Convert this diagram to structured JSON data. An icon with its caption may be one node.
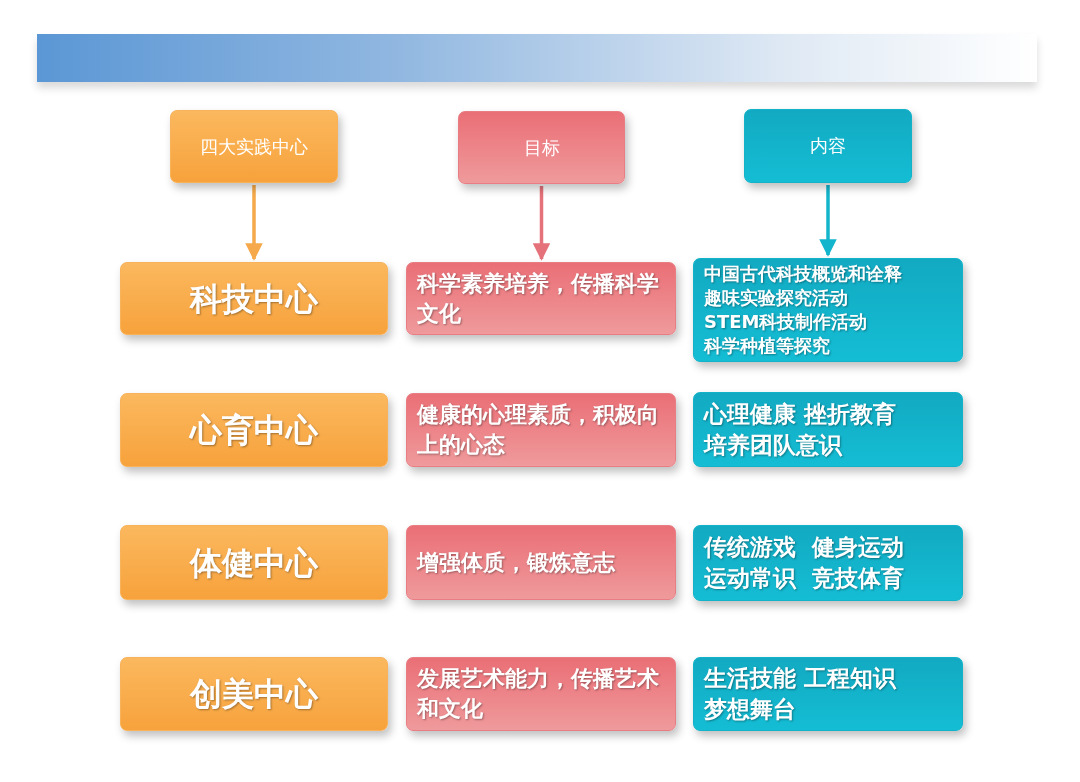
{
  "diagram": {
    "nodes": [
      {
        "text": [
          "四大实践中心"
        ]
      },
      {
        "text": [
          "目标"
        ]
      },
      {
        "text": [
          "内容"
        ]
      },
      {
        "text": [
          "科技中心"
        ]
      },
      {
        "text": [
          "科学素养培养，传播科学文化"
        ]
      },
      {
        "text": [
          "中国古代科技概览和诠释",
          "趣味实验探究活动",
          "STEM科技制作活动",
          "科学种植等探究"
        ]
      },
      {
        "text": [
          "心育中心"
        ]
      },
      {
        "text": [
          "健康的心理素质，积极向上的心态"
        ]
      },
      {
        "text": [
          "心理健康 挫折教育",
          "培养团队意识"
        ]
      },
      {
        "text": [
          "体健中心"
        ]
      },
      {
        "text": [
          "增强体质，锻炼意志"
        ]
      },
      {
        "text": [
          "传统游戏  健身运动",
          "运动常识  竞技体育"
        ]
      },
      {
        "text": [
          "创美中心"
        ]
      },
      {
        "text": [
          "发展艺术能力，传播艺术和文化"
        ]
      },
      {
        "text": [
          "生活技能 工程知识",
          "梦想舞台"
        ]
      }
    ],
    "edges": [
      {
        "from": 0,
        "to": 3,
        "arrow": "to",
        "color": "#f5a94a"
      },
      {
        "from": 1,
        "to": 4,
        "arrow": "to",
        "color": "#e5727a"
      },
      {
        "from": 2,
        "to": 5,
        "arrow": "to",
        "color": "#13b5cc"
      }
    ]
  }
}
